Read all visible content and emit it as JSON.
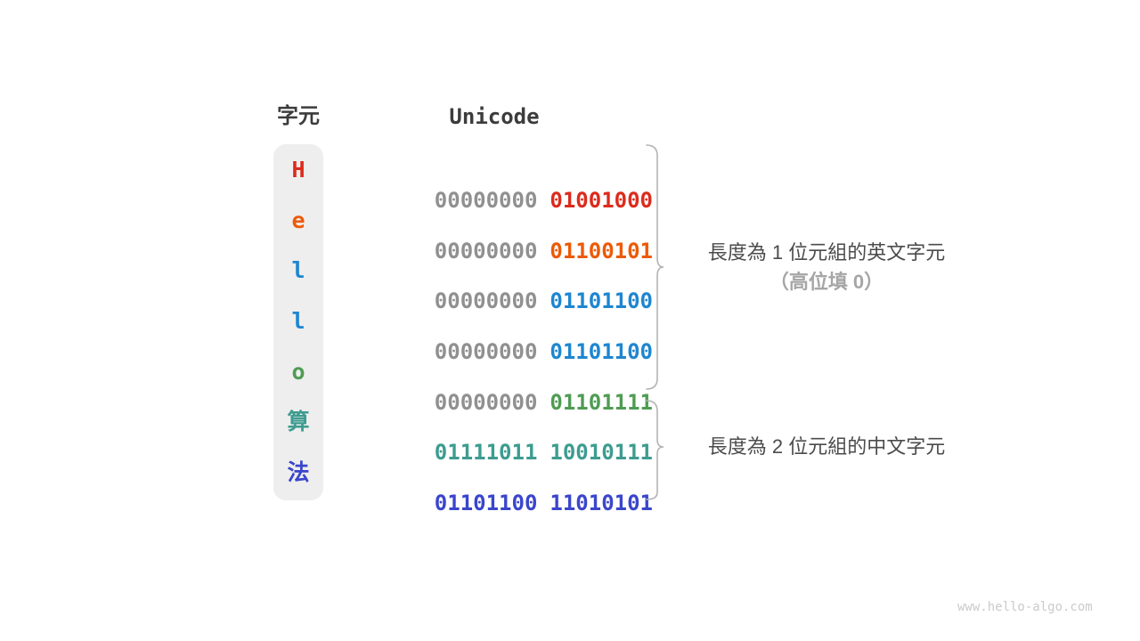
{
  "header": {
    "char_label": "字元",
    "unicode_label": "Unicode"
  },
  "rows": [
    {
      "char": "H",
      "char_color": "#dc2b1c",
      "byte_high": "00000000",
      "byte_high_color": "#909090",
      "byte_low": "01001000",
      "byte_low_color": "#dc2b1c"
    },
    {
      "char": "e",
      "char_color": "#ed5a07",
      "byte_high": "00000000",
      "byte_high_color": "#909090",
      "byte_low": "01100101",
      "byte_low_color": "#ed5a07"
    },
    {
      "char": "l",
      "char_color": "#1e86d0",
      "byte_high": "00000000",
      "byte_high_color": "#909090",
      "byte_low": "01101100",
      "byte_low_color": "#1e86d0"
    },
    {
      "char": "l",
      "char_color": "#1e86d0",
      "byte_high": "00000000",
      "byte_high_color": "#909090",
      "byte_low": "01101100",
      "byte_low_color": "#1e86d0"
    },
    {
      "char": "o",
      "char_color": "#4f9c53",
      "byte_high": "00000000",
      "byte_high_color": "#909090",
      "byte_low": "01101111",
      "byte_low_color": "#4f9c53"
    },
    {
      "char": "算",
      "char_color": "#3d9c8f",
      "byte_high": "01111011",
      "byte_high_color": "#3d9c8f",
      "byte_low": "10010111",
      "byte_low_color": "#3d9c8f"
    },
    {
      "char": "法",
      "char_color": "#3a46cb",
      "byte_high": "01101100",
      "byte_high_color": "#3a46cb",
      "byte_low": "11010101",
      "byte_low_color": "#3a46cb"
    }
  ],
  "annotations": {
    "english_group": {
      "line1": "長度為 1 位元組的英文字元",
      "line2": "（高位填 0）"
    },
    "chinese_group": {
      "line1": "長度為 2 位元組的中文字元"
    }
  },
  "watermark": "www.hello-algo.com",
  "colors": {
    "background": "#ffffff",
    "column_background": "#eeeeee",
    "header_text": "#3c3c3c",
    "gray_bits": "#909090",
    "annotation_text": "#4b4b4b",
    "annotation_subtext": "#a6a6a6",
    "brace": "#b3b3b3",
    "watermark": "#cbcbcb"
  }
}
